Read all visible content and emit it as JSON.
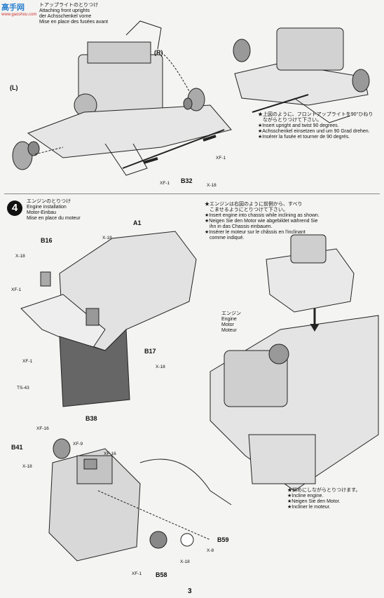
{
  "watermark": {
    "logo_text": "高手网",
    "logo_sub": "www.gaoshou.com"
  },
  "step3": {
    "title_jp": "トアップライトのとりつけ",
    "title_en": "Attaching front uprights",
    "title_de": "der Achsschenkel vorne",
    "title_fr": "Mise en place des fusées avant",
    "label_L": "L",
    "label_R": "R",
    "parts": {
      "xf1_a": "XF-1",
      "xf1_b": "XF-1",
      "b32": "B32",
      "x18": "X-18"
    },
    "notes": [
      "★上図のように、フロントアップライトを90°ひねり",
      "　ながらとりつけて下さい。",
      "★Insert upright and twist 90 degrees.",
      "★Achsschenkel einsetzen und um 90 Grad drehen.",
      "★Insérer la fusée et tourner de 90 degrés."
    ]
  },
  "step4": {
    "number": "4",
    "title_jp": "エンジンのとりつけ",
    "title_en": "Engine installation",
    "title_de": "Motor-Einbau",
    "title_fr": "Mise en place du moteur",
    "notes_top": [
      "★エンジンは右図のように前側から、すべり",
      "　こませるようにとりつけて下さい。",
      "★Insert engine into chassis while inclining as shown.",
      "★Neigen Sie den Motor wie abgebildet während Sie",
      "　ihn in das Chassis einbauen.",
      "★Insérer le moteur sur le châssis en l'inclinant",
      "　comme indiqué."
    ],
    "engine_label": [
      "エンジン",
      "Engine",
      "Motor",
      "Moteur"
    ],
    "notes_bottom": [
      "★斜めにしながらとりつけます。",
      "★Incline engine.",
      "★Neigen Sie den Motor.",
      "★Incliner le moteur."
    ],
    "parts": {
      "a1": "A1",
      "x18_a": "X-18",
      "b16": "B16",
      "x18_b": "X-18",
      "xf1_a": "XF-1",
      "b17": "B17",
      "x18_c": "X-18",
      "xf1_b": "XF-1",
      "ts43": "TS-43",
      "b38": "B38",
      "xf16_a": "XF-16",
      "xf9": "XF-9",
      "xf16_b": "XF-16",
      "b41": "B41",
      "x18_d": "X-18",
      "b59": "B59",
      "x8": "X-8",
      "x18_e": "X-18",
      "xf1_c": "XF-1",
      "b58": "B58"
    }
  },
  "page_number": "3"
}
